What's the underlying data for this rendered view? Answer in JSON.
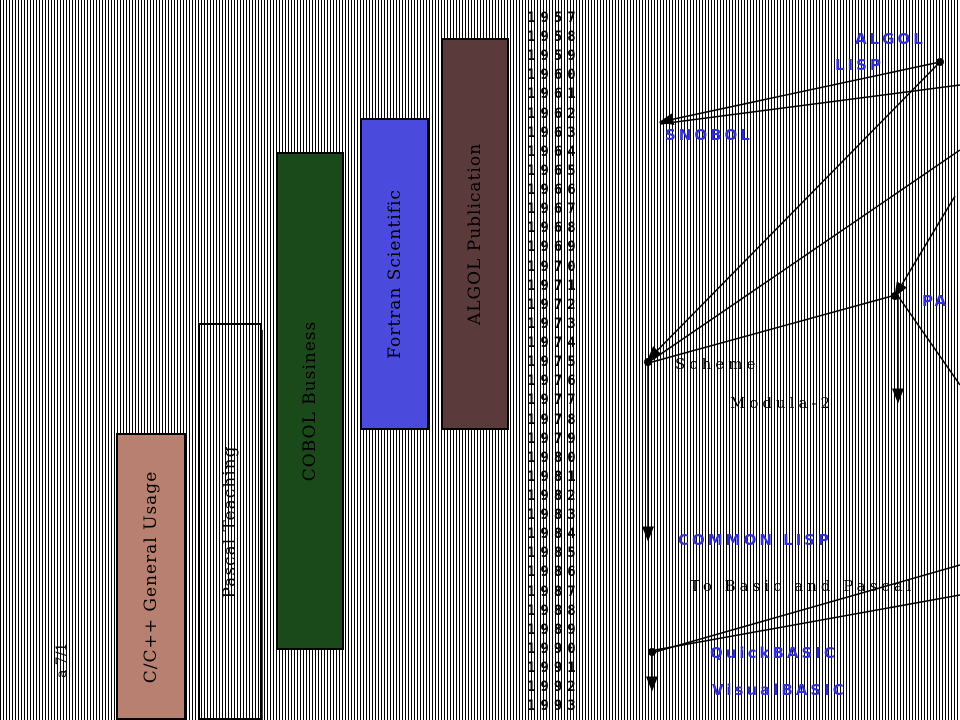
{
  "bars": {
    "algol": "ALGOL Publication",
    "fortran": "Fortran Scientific",
    "cobol": "COBOL Business",
    "pascal": "Pascal Teaching",
    "c": "C/C++ General Usage"
  },
  "years": [
    "1957",
    "1958",
    "1959",
    "1960",
    "1961",
    "1962",
    "1963",
    "1964",
    "1965",
    "1966",
    "1967",
    "1968",
    "1969",
    "1970",
    "1971",
    "1972",
    "1973",
    "1974",
    "1975",
    "1976",
    "1977",
    "1978",
    "1979",
    "1980",
    "1981",
    "1982",
    "1983",
    "1984",
    "1985",
    "1986",
    "1987",
    "1988",
    "1989",
    "1990",
    "1991",
    "1992",
    "1993"
  ],
  "languages": {
    "algol": "ALGOL",
    "lisp": "LISP",
    "snobol": "SNOBOL",
    "pascal": "PA",
    "scheme": "Scheme",
    "modula": "Modula-2",
    "common_lisp": "COMMON LISP",
    "basic_note": "To Basic and Pascal",
    "quickbasic": "QuickBASIC",
    "visualbasic": "VisualBASIC"
  },
  "edge_text": "a 7/1",
  "colors": {
    "algol_bar": "#5a3a3a",
    "fortran_bar": "#4a4adc",
    "cobol_bar": "#1a4a1a",
    "c_bar": "#b88070",
    "language_text": "#2f2fd8"
  }
}
